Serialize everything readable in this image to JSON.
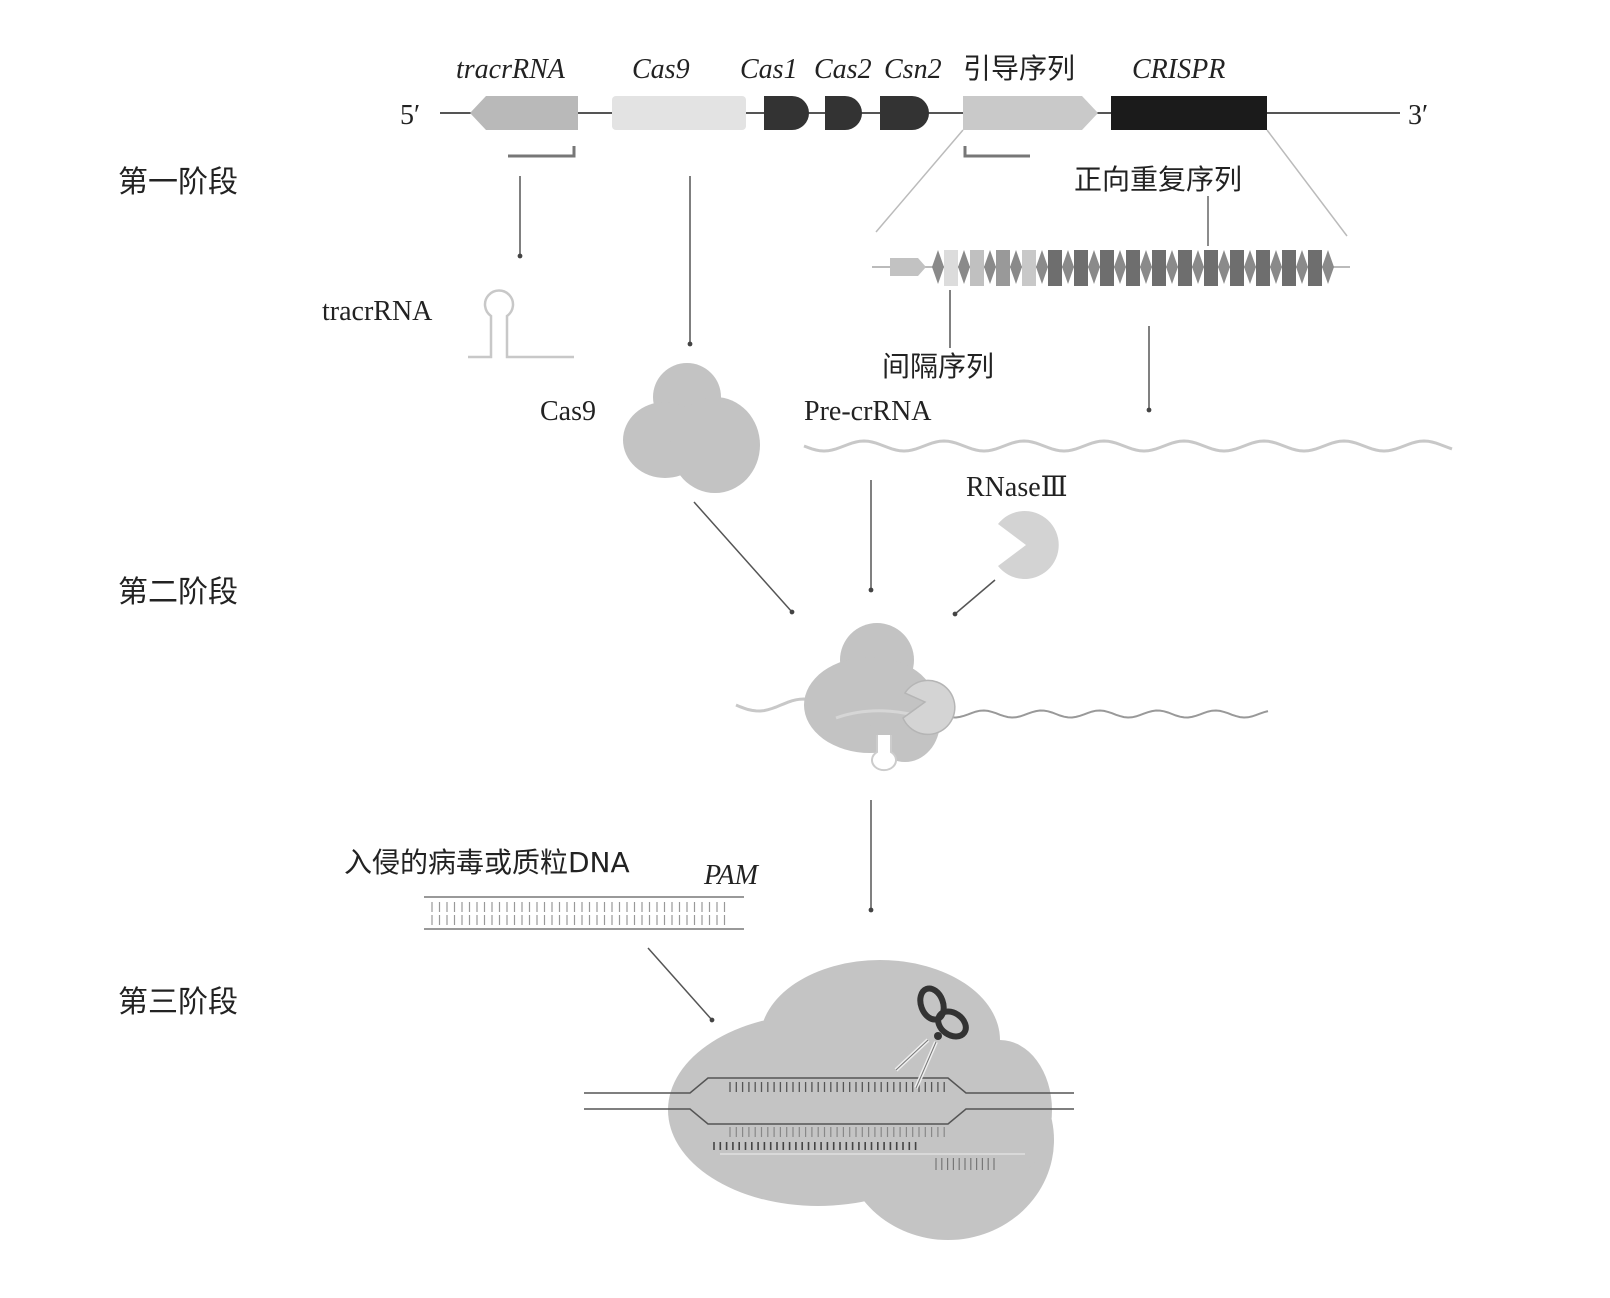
{
  "stages": {
    "stage1": "第一阶段",
    "stage2": "第二阶段",
    "stage3": "第三阶段"
  },
  "locus": {
    "five_prime": "5′",
    "three_prime": "3′",
    "genes": [
      {
        "label": "tracrRNA",
        "italic": true,
        "color": "#b8b8b8"
      },
      {
        "label": "Cas9",
        "italic": true,
        "color": "#e2e2e2"
      },
      {
        "label": "Cas1",
        "italic": true,
        "color": "#333333"
      },
      {
        "label": "Cas2",
        "italic": true,
        "color": "#333333"
      },
      {
        "label": "Csn2",
        "italic": true,
        "color": "#333333"
      },
      {
        "label": "引导序列",
        "italic": false,
        "color": "#c8c8c8"
      },
      {
        "label": "CRISPR",
        "italic": true,
        "color": "#1a1a1a"
      }
    ]
  },
  "array": {
    "direct_repeat_label": "正向重复序列",
    "spacer_label": "间隔序列"
  },
  "molecules": {
    "tracrRNA": "tracrRNA",
    "cas9": "Cas9",
    "pre_crrna": "Pre-crRNA",
    "rnase": "RNaseⅢ",
    "invading_dna": "入侵的病毒或质粒DNA",
    "pam": "PAM"
  },
  "colors": {
    "protein": "#c3c3c3",
    "rnase": "#d2d2d2",
    "line": "#555555",
    "dark": "#2a2a2a"
  }
}
